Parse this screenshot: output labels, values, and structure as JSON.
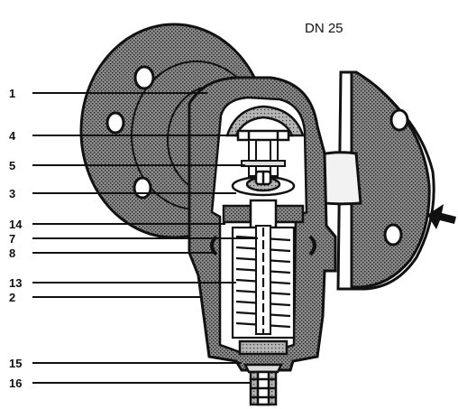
{
  "title": "DN 25",
  "callouts": [
    "1",
    "4",
    "5",
    "3",
    "14",
    "7",
    "8",
    "13",
    "2",
    "15",
    "16"
  ],
  "colors": {
    "ink": "#111111",
    "hatch_bg": "#8c8c8c",
    "paper": "#ffffff"
  }
}
